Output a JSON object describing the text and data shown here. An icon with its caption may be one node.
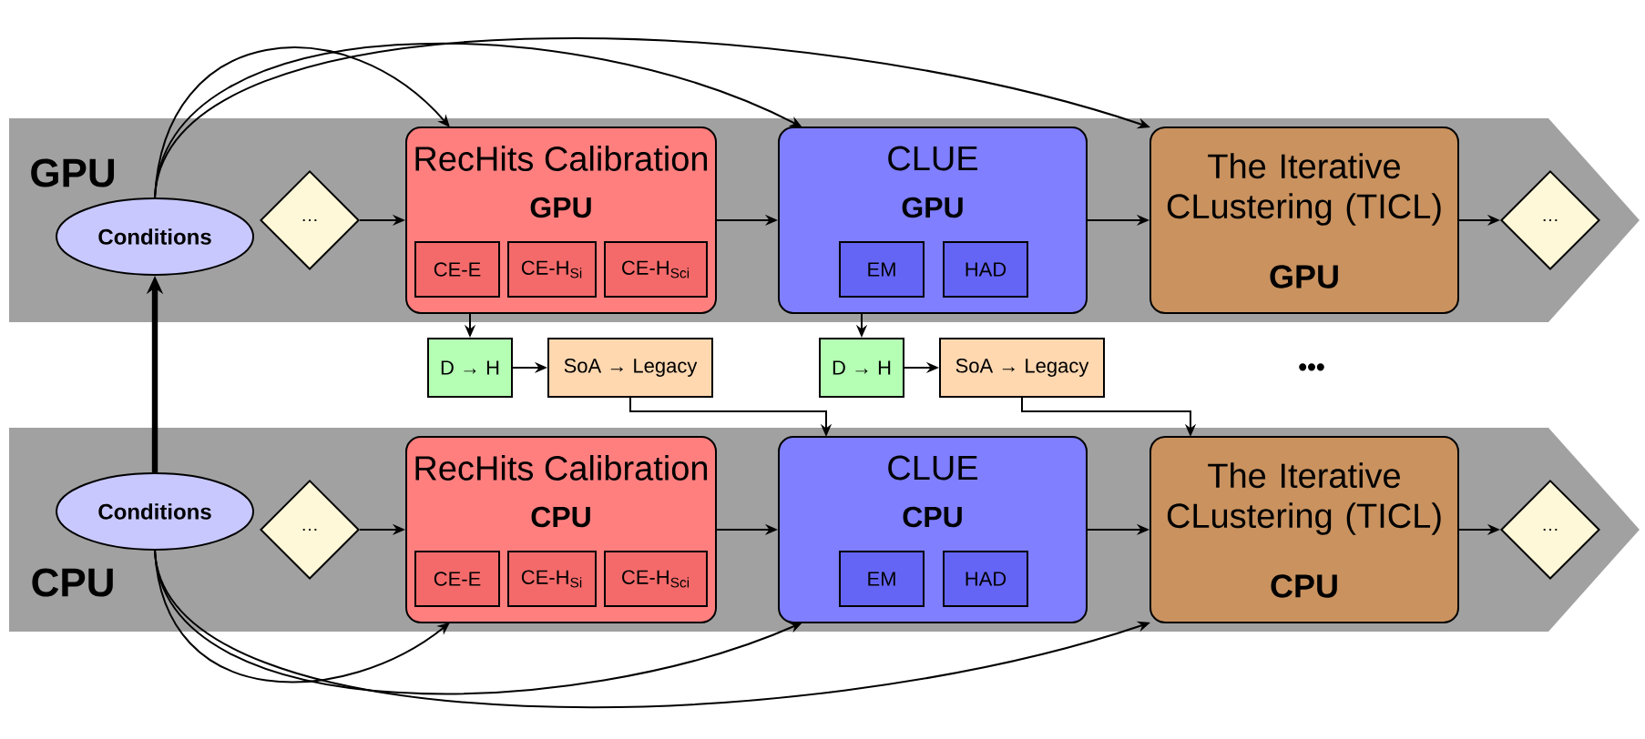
{
  "diagram": {
    "nodes": [
      {
        "text": [
          "GPU"
        ]
      },
      {
        "text": [
          "Conditions"
        ],
        "in": 0
      },
      {
        "text": [
          "…"
        ],
        "in": 0
      },
      {
        "text": [
          "RecHits Calibration",
          "GPU"
        ],
        "in": 0
      },
      {
        "text": [
          "CE-E"
        ],
        "in": 3
      },
      {
        "text": [
          "CE-H$_{Si}$"
        ],
        "in": 3
      },
      {
        "text": [
          "CE-H$_{Sci}$"
        ],
        "in": 3
      },
      {
        "text": [
          "CLUE",
          "GPU"
        ],
        "in": 0
      },
      {
        "text": [
          "EM"
        ],
        "in": 7
      },
      {
        "text": [
          "HAD"
        ],
        "in": 7
      },
      {
        "text": [
          "The Iterative CLustering (TICL)",
          "GPU"
        ],
        "in": 0
      },
      {
        "text": [
          "…"
        ],
        "in": 0
      },
      {
        "text": [
          "D → H"
        ]
      },
      {
        "text": [
          "SoA → Legacy"
        ]
      },
      {
        "text": [
          "D → H"
        ]
      },
      {
        "text": [
          "SoA → Legacy"
        ]
      },
      {
        "text": [
          "CPU"
        ]
      },
      {
        "text": [
          "Conditions"
        ],
        "in": 16
      },
      {
        "text": [
          "…"
        ],
        "in": 16
      },
      {
        "text": [
          "RecHits Calibration",
          "CPU"
        ],
        "in": 16
      },
      {
        "text": [
          "CE-E"
        ],
        "in": 19
      },
      {
        "text": [
          "CE-H$_{Si}$"
        ],
        "in": 19
      },
      {
        "text": [
          "CE-H$_{Sci}$"
        ],
        "in": 19
      },
      {
        "text": [
          "CLUE",
          "CPU"
        ],
        "in": 16
      },
      {
        "text": [
          "EM"
        ],
        "in": 23
      },
      {
        "text": [
          "HAD"
        ],
        "in": 23
      },
      {
        "text": [
          "The Iterative CLustering (TICL)",
          "CPU"
        ],
        "in": 16
      },
      {
        "text": [
          "…"
        ],
        "in": 16
      }
    ],
    "edges": [
      {
        "from": 1,
        "to": 3,
        "arrow": "to"
      },
      {
        "from": 1,
        "to": 7,
        "arrow": "to"
      },
      {
        "from": 1,
        "to": 10,
        "arrow": "to"
      },
      {
        "from": 2,
        "to": 3,
        "arrow": "to"
      },
      {
        "from": 3,
        "to": 7,
        "arrow": "to"
      },
      {
        "from": 7,
        "to": 10,
        "arrow": "to"
      },
      {
        "from": 10,
        "to": 11,
        "arrow": "to"
      },
      {
        "from": 3,
        "to": 12,
        "arrow": "to"
      },
      {
        "from": 12,
        "to": 13,
        "arrow": "to"
      },
      {
        "from": 13,
        "to": 23,
        "arrow": "to"
      },
      {
        "from": 7,
        "to": 14,
        "arrow": "to"
      },
      {
        "from": 14,
        "to": 15,
        "arrow": "to"
      },
      {
        "from": 15,
        "to": 26,
        "arrow": "to"
      },
      {
        "from": 17,
        "to": 1,
        "arrow": "to",
        "style": "thick"
      },
      {
        "from": 17,
        "to": 19,
        "arrow": "to"
      },
      {
        "from": 17,
        "to": 23,
        "arrow": "to"
      },
      {
        "from": 17,
        "to": 26,
        "arrow": "to"
      },
      {
        "from": 18,
        "to": 19,
        "arrow": "to"
      },
      {
        "from": 19,
        "to": 23,
        "arrow": "to"
      },
      {
        "from": 23,
        "to": 26,
        "arrow": "to"
      },
      {
        "from": 26,
        "to": 27,
        "arrow": "to"
      }
    ],
    "labels": [
      "•••"
    ]
  }
}
